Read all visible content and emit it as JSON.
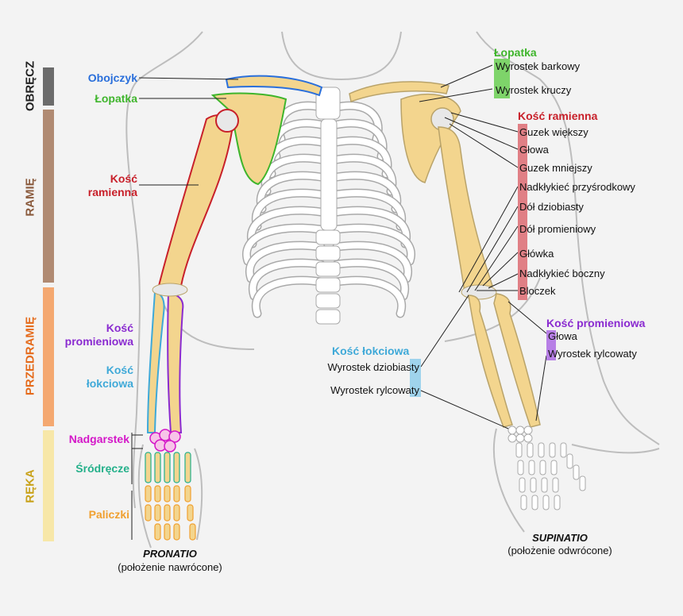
{
  "regions": [
    {
      "label": "OBRĘCZ",
      "color": "#6b6b6b",
      "text_color": "#222222"
    },
    {
      "label": "RAMIĘ",
      "color": "#b08a72",
      "text_color": "#8a5a3c"
    },
    {
      "label": "PRZEDRAMIĘ",
      "color": "#f4a870",
      "text_color": "#e56a1a"
    },
    {
      "label": "RĘKA",
      "color": "#f7e7a8",
      "text_color": "#c9a21a"
    }
  ],
  "left_labels": {
    "obojczyk": {
      "text": "Obojczyk",
      "color": "#2a6fdb"
    },
    "lopatka": {
      "text": "Łopatka",
      "color": "#3fb52c"
    },
    "kosc_ramienna": {
      "line1": "Kość",
      "line2": "ramienna",
      "color": "#c8202a"
    },
    "kosc_promieniowa": {
      "line1": "Kość",
      "line2": "promieniowa",
      "color": "#8a2bd0"
    },
    "kosc_lokciowa": {
      "line1": "Kość",
      "line2": "łokciowa",
      "color": "#3fa9d8"
    },
    "nadgarstek": {
      "text": "Nadgarstek",
      "color": "#d417c8"
    },
    "srodrecze": {
      "text": "Śródręcze",
      "color": "#24b08a"
    },
    "paliczki": {
      "text": "Paliczki",
      "color": "#f0a030"
    }
  },
  "right_groups": {
    "lopatka": {
      "title": "Łopatka",
      "color": "#3fb52c",
      "bar_color": "#7ed46a",
      "items": [
        "Wyrostek barkowy",
        "Wyrostek kruczy"
      ]
    },
    "kosc_ramienna": {
      "title": "Kość ramienna",
      "color": "#c8202a",
      "bar_color": "#e07f85",
      "items": [
        "Guzek większy",
        "Głowa",
        "Guzek mniejszy",
        "Nadkłykieć przyśrodkowy",
        "Dół dziobiasty",
        "Dół promieniowy",
        "Główka",
        "Nadkłykieć boczny",
        "Bloczek"
      ]
    },
    "kosc_promieniowa": {
      "title": "Kość promieniowa",
      "color": "#8a2bd0",
      "bar_color": "#b77fe6",
      "items": [
        "Głowa",
        "Wyrostek rylcowaty"
      ]
    },
    "kosc_lokciowa": {
      "title": "Kość łokciowa",
      "color": "#3fa9d8",
      "bar_color": "#9fd3ec",
      "items": [
        "Wyrostek dziobiasty",
        "Wyrostek rylcowaty"
      ]
    }
  },
  "captions": {
    "left": {
      "title": "PRONATIO",
      "subtitle": "(położenie nawrócone)"
    },
    "right": {
      "title": "SUPINATIO",
      "subtitle": "(położenie odwrócone)"
    }
  },
  "colors": {
    "bone": "#f3d58e",
    "bone_edge": "#b9a36a",
    "rib": "#ffffff",
    "rib_edge": "#a9a9a9",
    "outline": "#9a9a9a",
    "leader": "#222222"
  }
}
